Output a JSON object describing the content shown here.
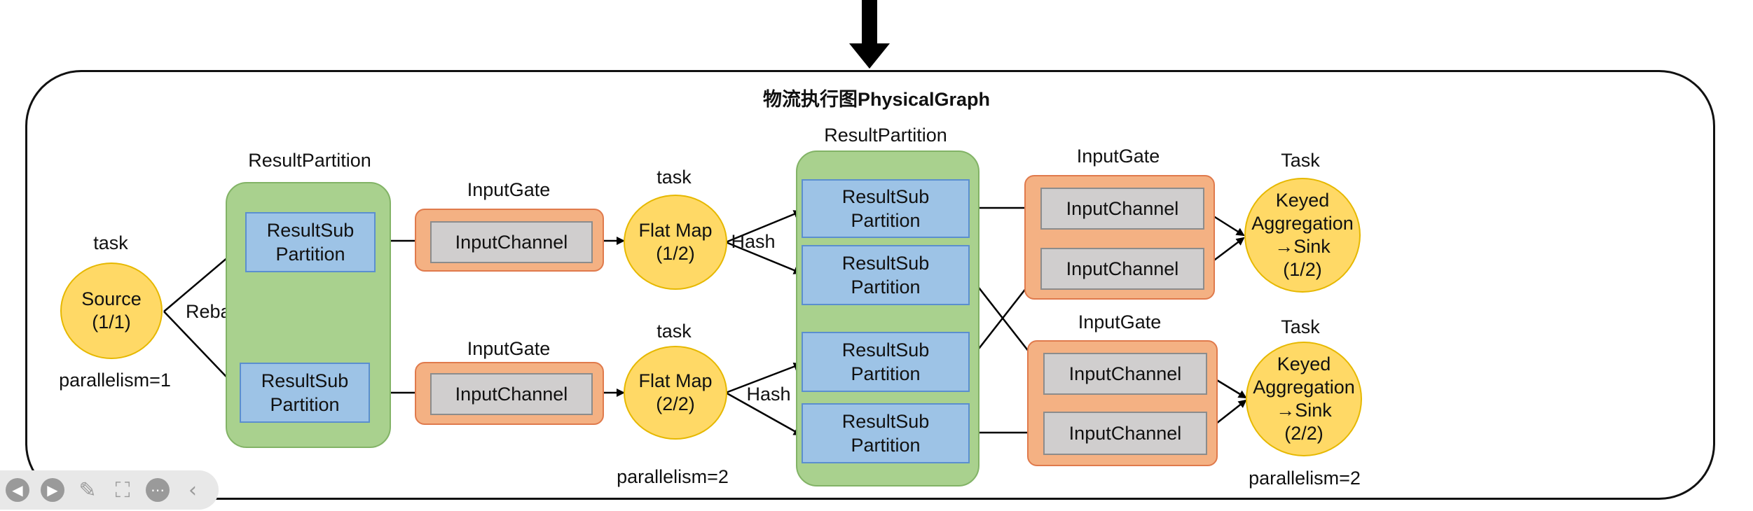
{
  "title": "物流执行图PhysicalGraph",
  "source": {
    "task_label": "task",
    "node": "Source\n(1/1)",
    "parallelism": "parallelism=1",
    "edge_label": "Rebalance"
  },
  "result_partition_1": {
    "label": "ResultPartition",
    "subpartitions": [
      "ResultSub\nPartition",
      "ResultSub\nPartition"
    ]
  },
  "input_gate_top": {
    "label": "InputGate",
    "channel": "InputChannel"
  },
  "input_gate_bottom": {
    "label": "InputGate",
    "channel": "InputChannel"
  },
  "flatmap_top": {
    "task_label": "task",
    "node": "Flat Map\n(1/2)",
    "edge_label": "Hash"
  },
  "flatmap_bottom": {
    "task_label": "task",
    "node": "Flat Map\n(2/2)",
    "edge_label": "Hash"
  },
  "flatmap_parallelism": "parallelism=2",
  "result_partition_2": {
    "label": "ResultPartition",
    "subpartitions": [
      "ResultSub\nPartition",
      "ResultSub\nPartition",
      "ResultSub\nPartition",
      "ResultSub\nPartition"
    ]
  },
  "input_gate_right_top": {
    "label": "InputGate",
    "channels": [
      "InputChannel",
      "InputChannel"
    ]
  },
  "input_gate_right_bottom": {
    "label": "InputGate",
    "channels": [
      "InputChannel",
      "InputChannel"
    ]
  },
  "sink_top": {
    "task_label": "Task",
    "node": "Keyed\nAggregation\n→Sink\n(1/2)"
  },
  "sink_bottom": {
    "task_label": "Task",
    "node": "Keyed\nAggregation\n→Sink\n(2/2)"
  },
  "sink_parallelism": "parallelism=2",
  "toolbar": {
    "icons": [
      "prev-icon",
      "next-icon",
      "pen-icon",
      "screenshot-icon",
      "more-icon",
      "collapse-icon"
    ]
  }
}
